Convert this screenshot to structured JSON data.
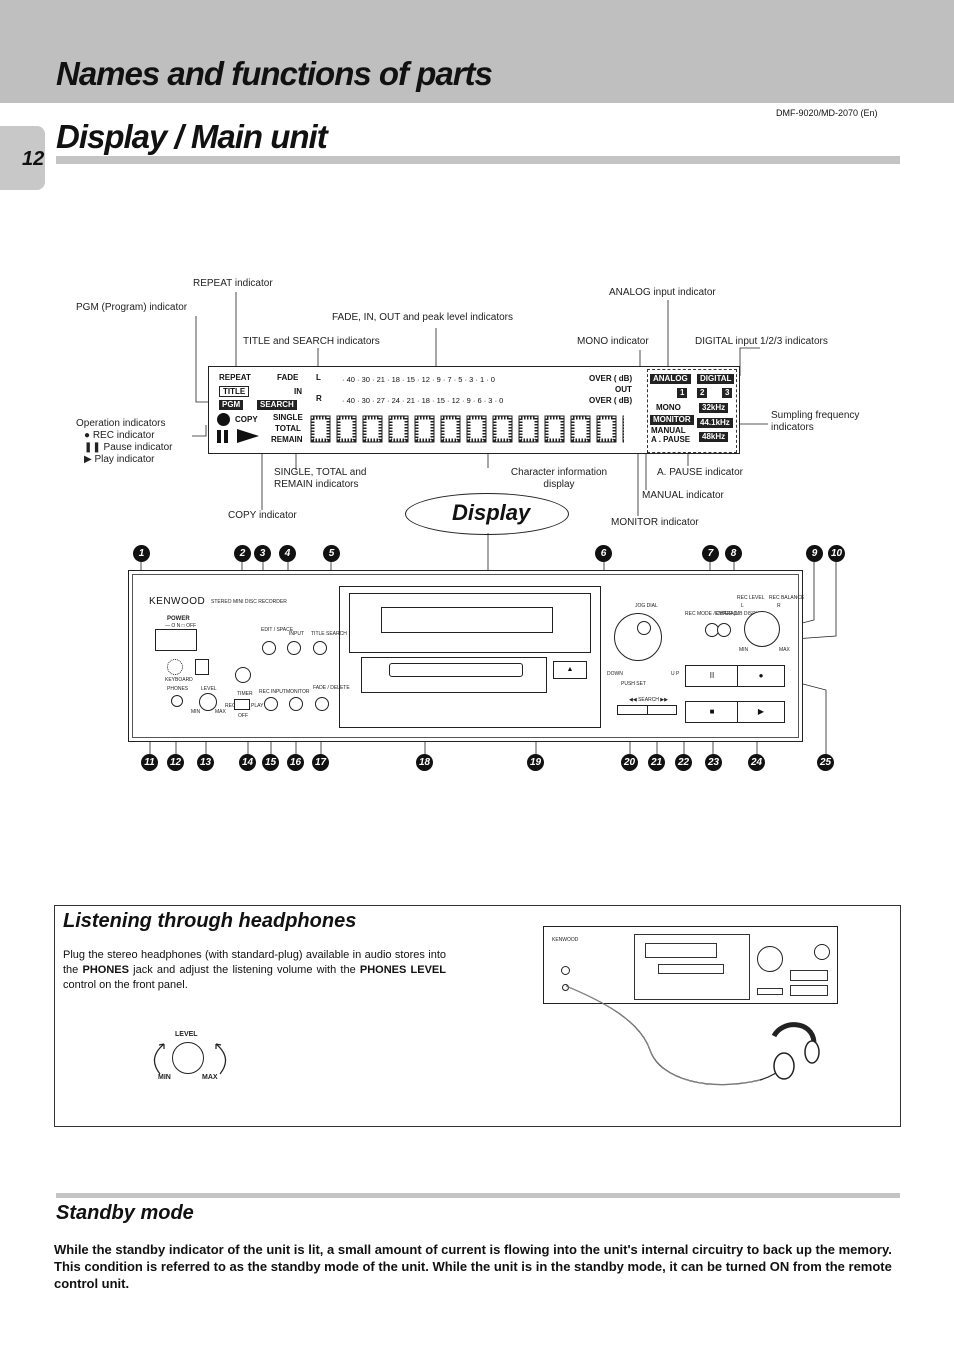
{
  "header": {
    "title": "Names and functions of parts",
    "page_number": "12",
    "model_code": "DMF-9020/MD-2070 (En)",
    "section_title": "Display / Main unit"
  },
  "display_labels": {
    "repeat": "REPEAT indicator",
    "pgm": "PGM (Program) indicator",
    "fade": "FADE, IN, OUT and peak level indicators",
    "title_search": "TITLE and SEARCH indicators",
    "analog": "ANALOG input indicator",
    "mono": "MONO indicator",
    "digital": "DIGITAL input 1/2/3 indicators",
    "operation": "Operation indicators",
    "rec": "REC indicator",
    "pause": "Pause indicator",
    "play": "Play indicator",
    "sampling": "Sumpling frequency indicators",
    "single": "SINGLE, TOTAL and REMAIN indicators",
    "character": "Character information display",
    "apause": "A. PAUSE indicator",
    "manual": "MANUAL indicator",
    "copy": "COPY indicator",
    "monitor": "MONITOR indicator"
  },
  "display_panel": {
    "repeat": "REPEAT",
    "title": "TITLE",
    "pgm": "PGM",
    "search": "SEARCH",
    "copy": "COPY",
    "fade": "FADE",
    "in": "IN",
    "l": "L",
    "r": "R",
    "scale_l": "· 40 · 30 · 21 · 18 · 15 · 12 · 9 · 7 · 5 · 3 · 1 · 0",
    "scale_r": "· 40 · 30 · 27 · 24 · 21 · 18 · 15 · 12 · 9 · 6 · 3 · 0",
    "over": "OVER ( dB)",
    "out": "OUT",
    "single": "SINGLE",
    "total": "TOTAL",
    "remain": "REMAIN",
    "analog": "ANALOG",
    "digital": "DIGITAL",
    "d1": "1",
    "d2": "2",
    "d3": "3",
    "mono": "MONO",
    "monitor": "MONITOR",
    "manual": "MANUAL",
    "apause": "A . PAUSE",
    "f32": "32kHz",
    "f44": "44.1kHz",
    "f48": "48kHz"
  },
  "display_callout": "Display",
  "numbers": [
    "1",
    "2",
    "3",
    "4",
    "5",
    "6",
    "7",
    "8",
    "9",
    "10",
    "11",
    "12",
    "13",
    "14",
    "15",
    "16",
    "17",
    "18",
    "19",
    "20",
    "21",
    "22",
    "23",
    "24",
    "25"
  ],
  "unit_labels": {
    "brand": "KENWOOD",
    "model": "STEREO MINI DISC RECORDER",
    "power": "POWER",
    "power_sub": "— O N  □ OFF",
    "keyboard": "KEYBOARD",
    "phones": "PHONES",
    "level": "LEVEL",
    "min": "MIN",
    "max": "MAX",
    "timer": "TIMER",
    "rec": "REC",
    "play": "PLAY",
    "off": "OFF",
    "rec_input": "REC INPUT",
    "monitor": "MONITOR",
    "edit_space": "EDIT / SPACE",
    "input": "INPUT",
    "title_search": "TITLE SEARCH",
    "fade_delete": "FADE / DELETE",
    "jog_dial": "JOG DIAL",
    "down": "DOWN",
    "up": "U P",
    "push_set": "PUSH SET",
    "search": "◀◀ SEARCH ▶▶",
    "rec_mode": "REC MODE / CHARAC.",
    "enter": "ENTER (MB DISPL)",
    "rec_level": "REC LEVEL",
    "rec_balance": "REC BALANCE",
    "l": "L",
    "r": "R",
    "eject": "▲",
    "pause": "II",
    "record": "●",
    "stop": "■",
    "play_btn": "▶"
  },
  "headphones": {
    "heading": "Listening through headphones",
    "para_1": "Plug the stereo headphones (with standard-plug) available in audio stores into the ",
    "phones_bold": "PHONES",
    "para_2": " jack and adjust the listening volume with the ",
    "level_bold": "PHONES LEVEL",
    "para_3": " control on the front panel.",
    "level": "LEVEL",
    "min": "MIN",
    "max": "MAX",
    "mini_brand": "KENWOOD"
  },
  "standby": {
    "heading": "Standby mode",
    "text": "While the standby indicator of the unit is lit, a small amount of current is flowing into the unit's internal circuitry to back up the memory. This condition is referred to as the standby mode of the unit. While the unit is in the standby mode, it can be turned ON from the remote control unit."
  }
}
